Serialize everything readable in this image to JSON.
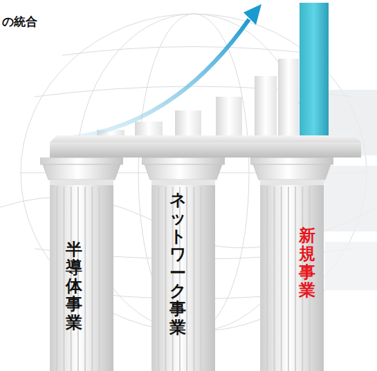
{
  "diagram": {
    "title": "の統合",
    "nodes": [
      {
        "text": [
          "半導体事業"
        ]
      },
      {
        "text": [
          "ネットワーク事業"
        ]
      },
      {
        "text": [
          "新規事業"
        ]
      }
    ]
  }
}
